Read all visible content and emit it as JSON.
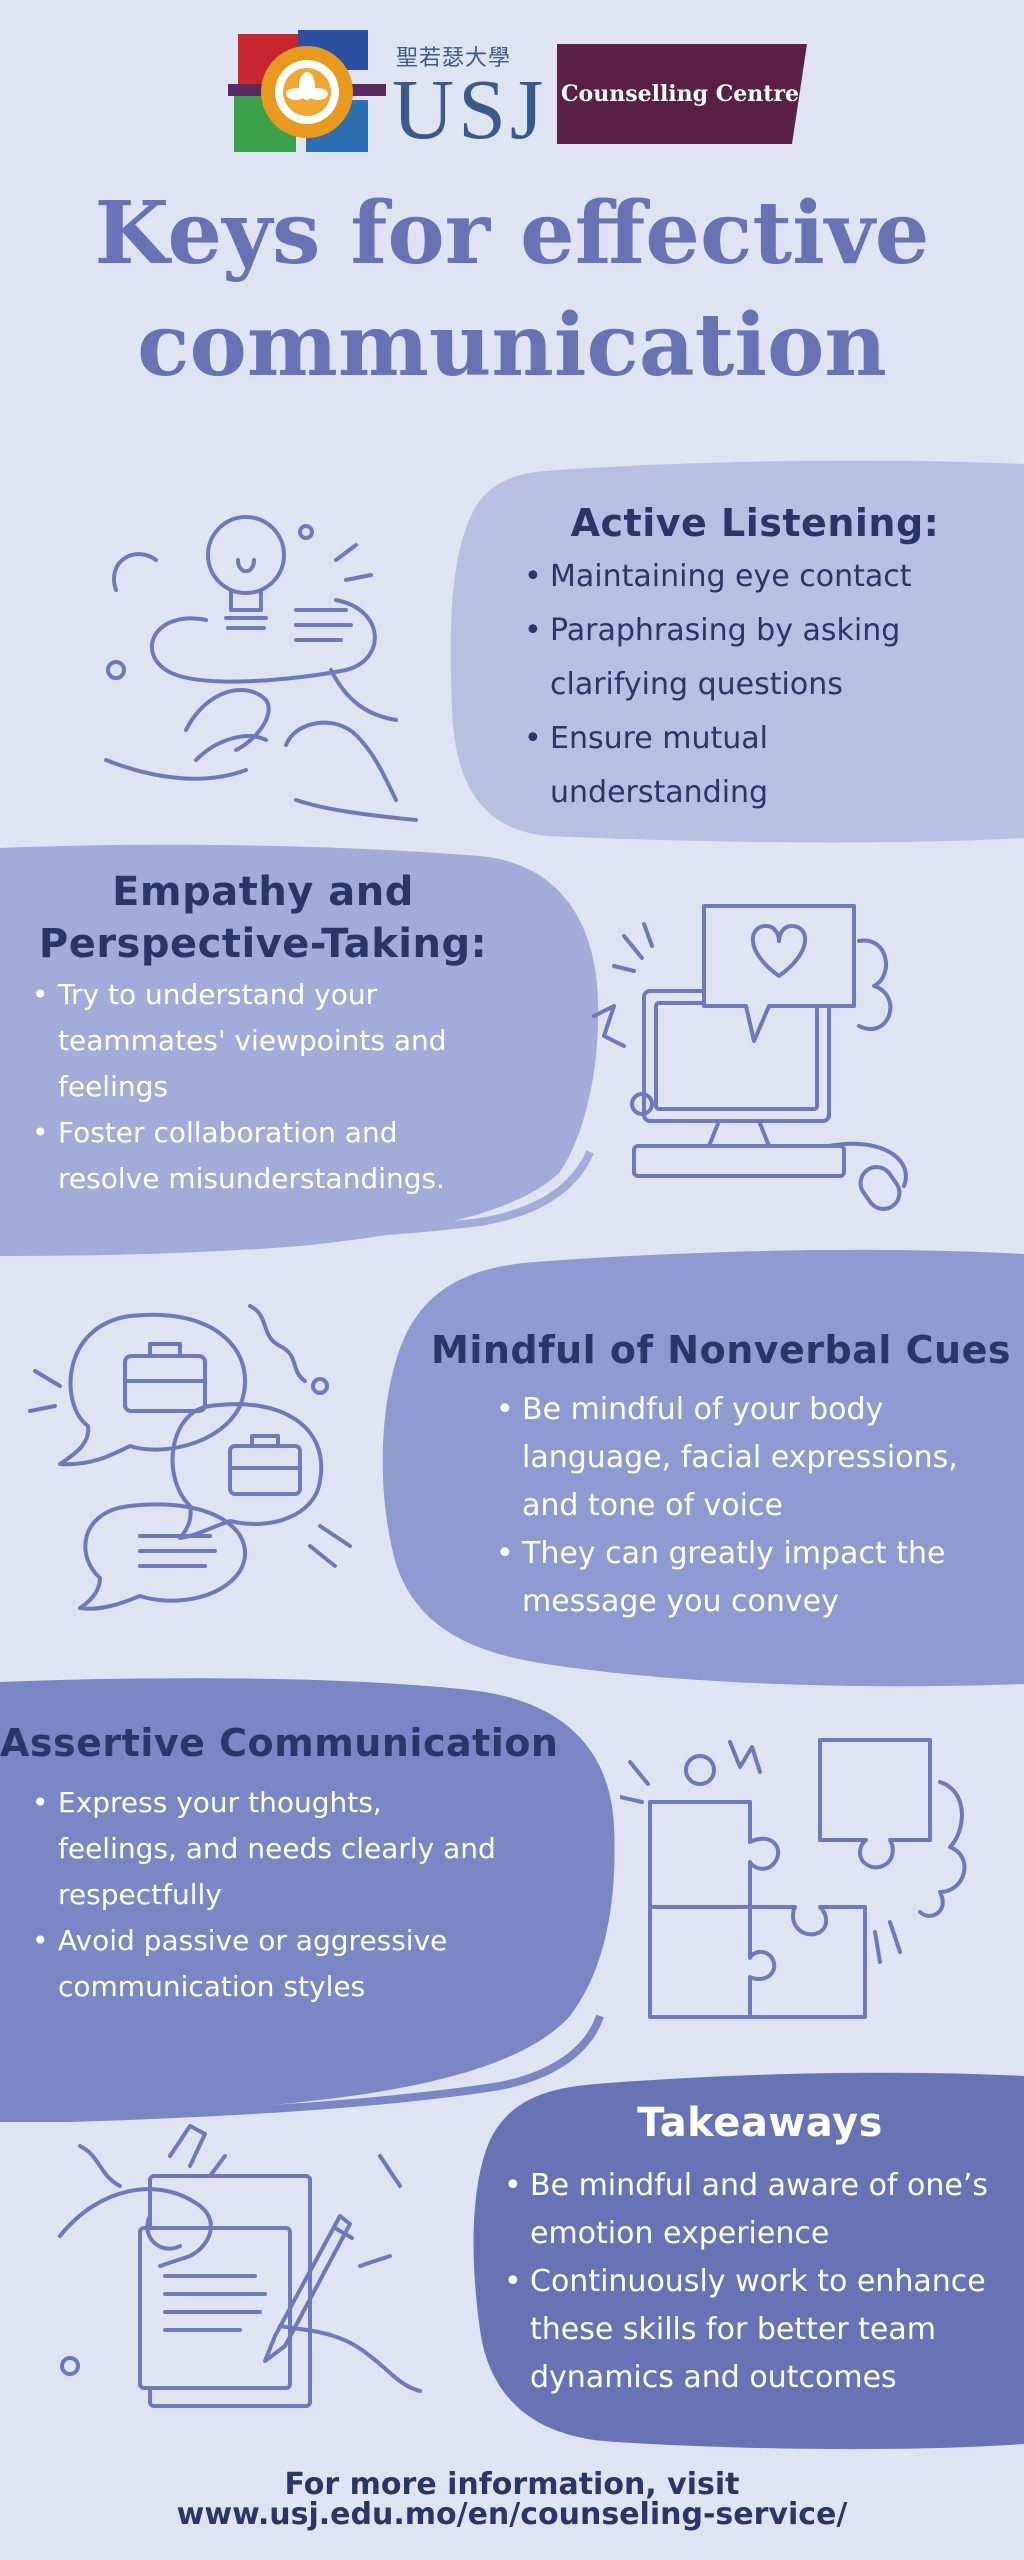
{
  "header": {
    "university_chinese": "聖若瑟大學",
    "university_abbr": "USJ",
    "centre_label": "Counselling Centre"
  },
  "title": {
    "line1": "Keys for effective",
    "line2": "communication"
  },
  "sections": [
    {
      "title": "Active Listening:",
      "items": [
        "Maintaining eye contact",
        "Paraphrasing by asking clarifying questions",
        "Ensure mutual understanding"
      ],
      "icon": "lightbulb-hands-speech-icon"
    },
    {
      "title_line1": "Empathy and",
      "title_line2": "Perspective-Taking:",
      "items": [
        "Try to understand your teammates' viewpoints and feelings",
        "Foster collaboration and resolve misunderstandings."
      ],
      "icon": "computer-heart-message-icon"
    },
    {
      "title": "Mindful of Nonverbal Cues",
      "items": [
        "Be mindful of your body language, facial expressions, and tone of voice",
        "They can greatly impact the message you convey"
      ],
      "icon": "briefcase-speech-bubbles-icon"
    },
    {
      "title": "Assertive Communication",
      "items": [
        "Express your thoughts, feelings, and needs clearly and respectfully",
        "Avoid passive or aggressive communication styles"
      ],
      "icon": "puzzle-pieces-icon"
    },
    {
      "title": "Takeaways",
      "items": [
        "Be mindful and aware of one’s emotion experience",
        "Continuously work to enhance these skills for better team dynamics and outcomes"
      ],
      "icon": "hand-writing-document-icon"
    }
  ],
  "footer": {
    "line1": "For more information, visit",
    "line2": "www.usj.edu.mo/en/counseling-service/"
  },
  "colors": {
    "background": "#dfe3f2",
    "title": "#6873b5",
    "card1": "#b8bfe2",
    "card2": "#a3acd9",
    "card3": "#8f9ad0",
    "card4": "#7b87c5",
    "card5": "#6873b5",
    "badge": "#5a1f44",
    "dark_text": "#2b3566"
  }
}
